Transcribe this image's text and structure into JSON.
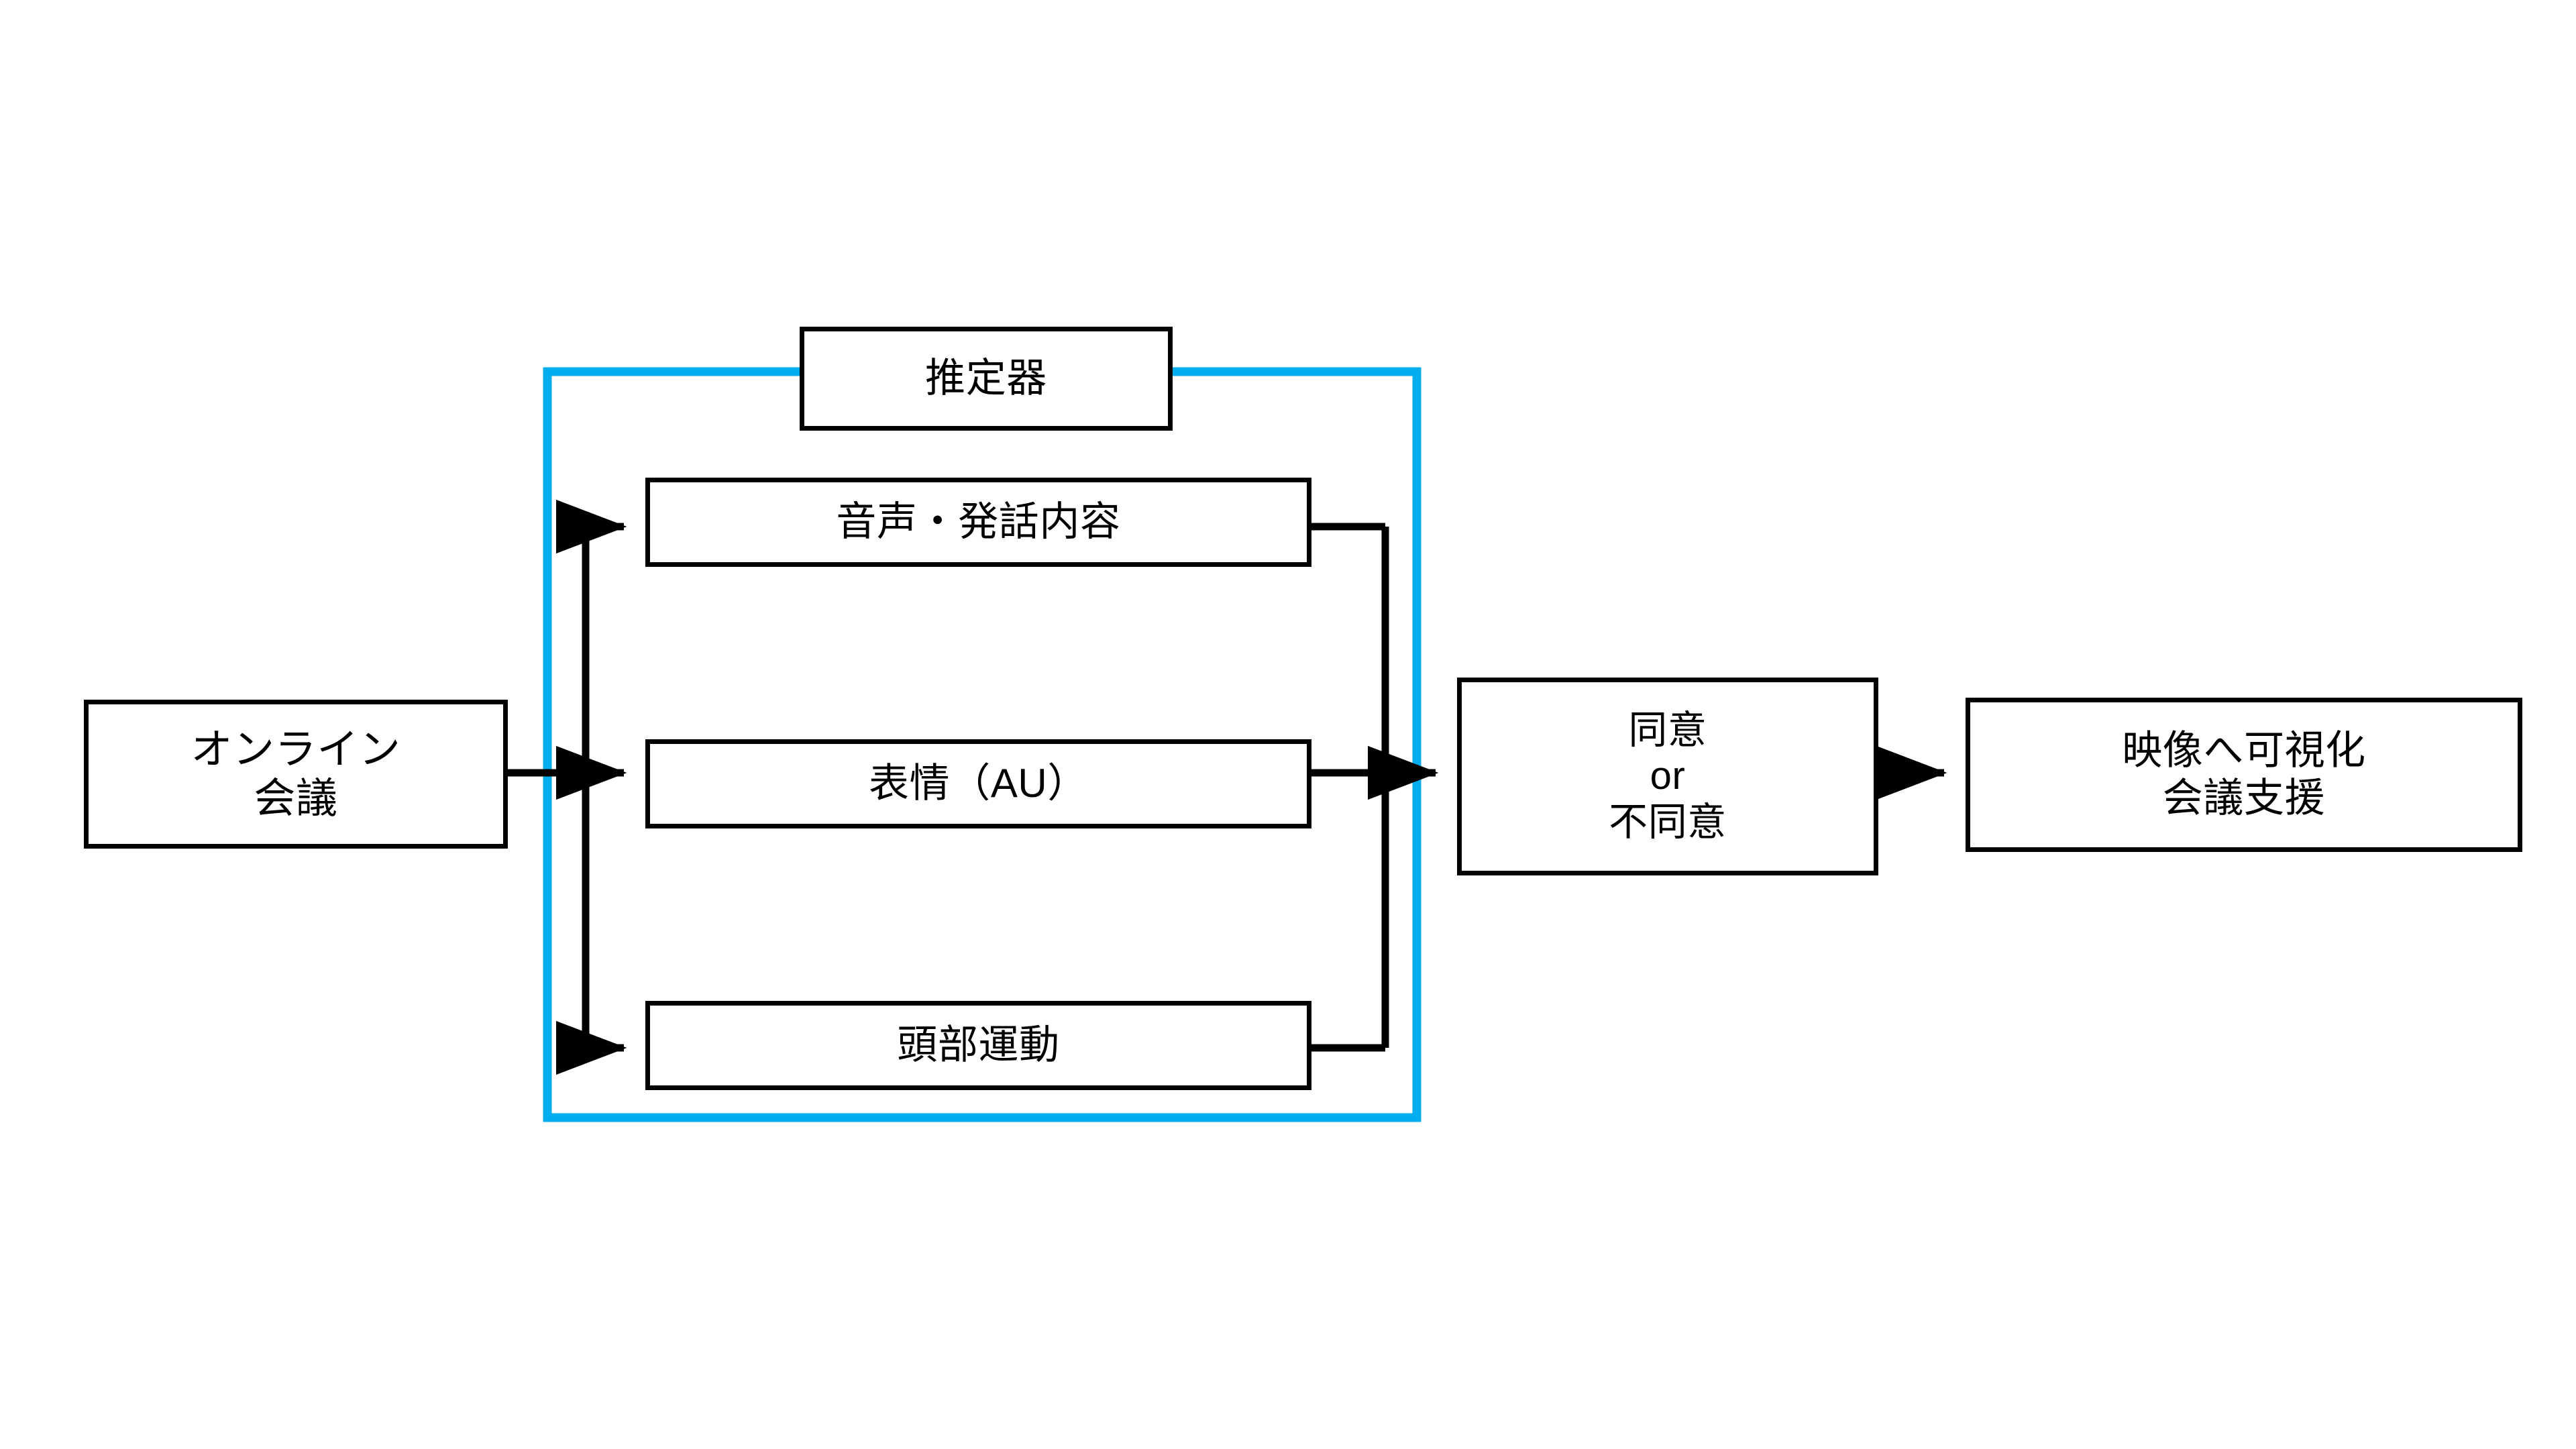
{
  "diagram": {
    "type": "flowchart",
    "orientation": "left-to-right",
    "background_color": "#ffffff",
    "stroke_color": "#000000",
    "highlight_color": "#00ADEE",
    "nodes": {
      "source": {
        "label": "オンライン\n会議"
      },
      "estimator": {
        "label": "推定器"
      },
      "modalities": [
        {
          "label": "音声・発話内容"
        },
        {
          "label": "表情（AU）"
        },
        {
          "label": "頭部運動"
        }
      ],
      "decision": {
        "label": "同意\nor\n不同意"
      },
      "output": {
        "label": "映像へ可視化\n会議支援"
      }
    },
    "group": {
      "name": "推定器",
      "border_color": "#00ADEE"
    },
    "edges": [
      {
        "from": "source",
        "to": "modalities.0",
        "arrow": true
      },
      {
        "from": "source",
        "to": "modalities.1",
        "arrow": true
      },
      {
        "from": "source",
        "to": "modalities.2",
        "arrow": true
      },
      {
        "from": "modalities.0",
        "to": "decision",
        "arrow": true
      },
      {
        "from": "modalities.1",
        "to": "decision",
        "arrow": true
      },
      {
        "from": "modalities.2",
        "to": "decision",
        "arrow": true
      },
      {
        "from": "decision",
        "to": "output",
        "arrow": true
      }
    ]
  }
}
